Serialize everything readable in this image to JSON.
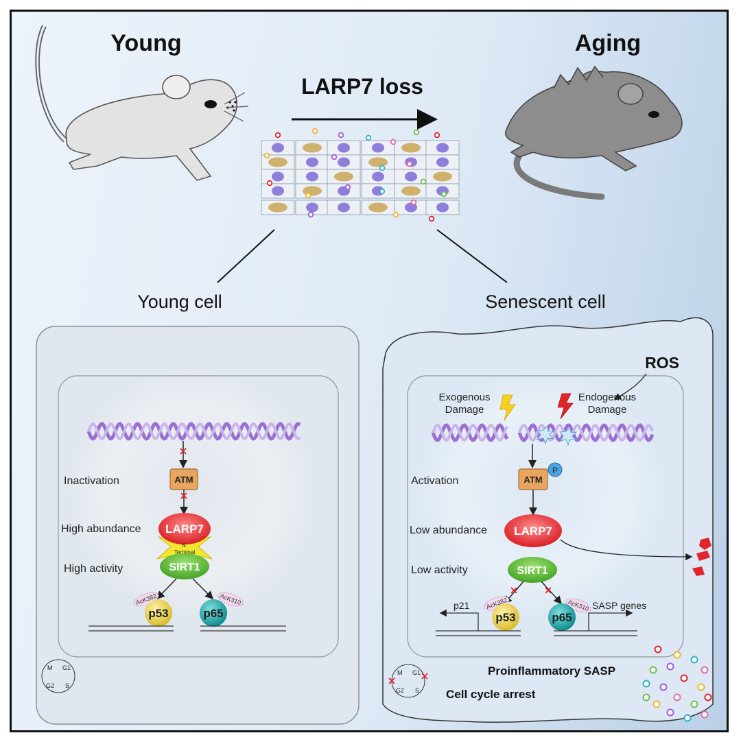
{
  "header": {
    "young_title": "Young",
    "aging_title": "Aging",
    "arrow_label": "LARP7 loss"
  },
  "tissue": {
    "young_cell_label": "Young cell",
    "senescent_cell_label": "Senescent cell"
  },
  "young_panel": {
    "state_1": "Inactivation",
    "state_2": "High abundance",
    "state_3": "High activity",
    "atm": "ATM",
    "larp7": "LARP7",
    "n_terminal": "N Terminal",
    "sirt1": "SIRT1",
    "p53": "p53",
    "p65": "p65",
    "ack382": "AcK382",
    "ack310": "AcK310",
    "cycle": {
      "m": "M",
      "g1": "G1",
      "g2": "G2",
      "s": "S"
    }
  },
  "senescent_panel": {
    "ros": "ROS",
    "exogenous": "Exogenous Damage",
    "endogenous": "Endogenous Damage",
    "state_1": "Activation",
    "state_2": "Low abundance",
    "state_3": "Low activity",
    "atm": "ATM",
    "phospho": "P",
    "larp7": "LARP7",
    "sirt1": "SIRT1",
    "p53": "p53",
    "p65": "p65",
    "ack382": "AcK382",
    "ack310": "AcK310",
    "p21": "p21",
    "sasp_genes": "SASP genes",
    "sasp": "Proinflammatory SASP",
    "arrest": "Cell cycle arrest",
    "cycle": {
      "m": "M",
      "g1": "G1",
      "g2": "G2",
      "s": "S"
    }
  },
  "colors": {
    "dna": "#9b6fd1",
    "atm": "#e8a560",
    "larp7": "#e0262a",
    "sirt1": "#5bb531",
    "p53": "#e7d35a",
    "p65": "#1fa5a6",
    "inhibit": "#e0262a"
  }
}
